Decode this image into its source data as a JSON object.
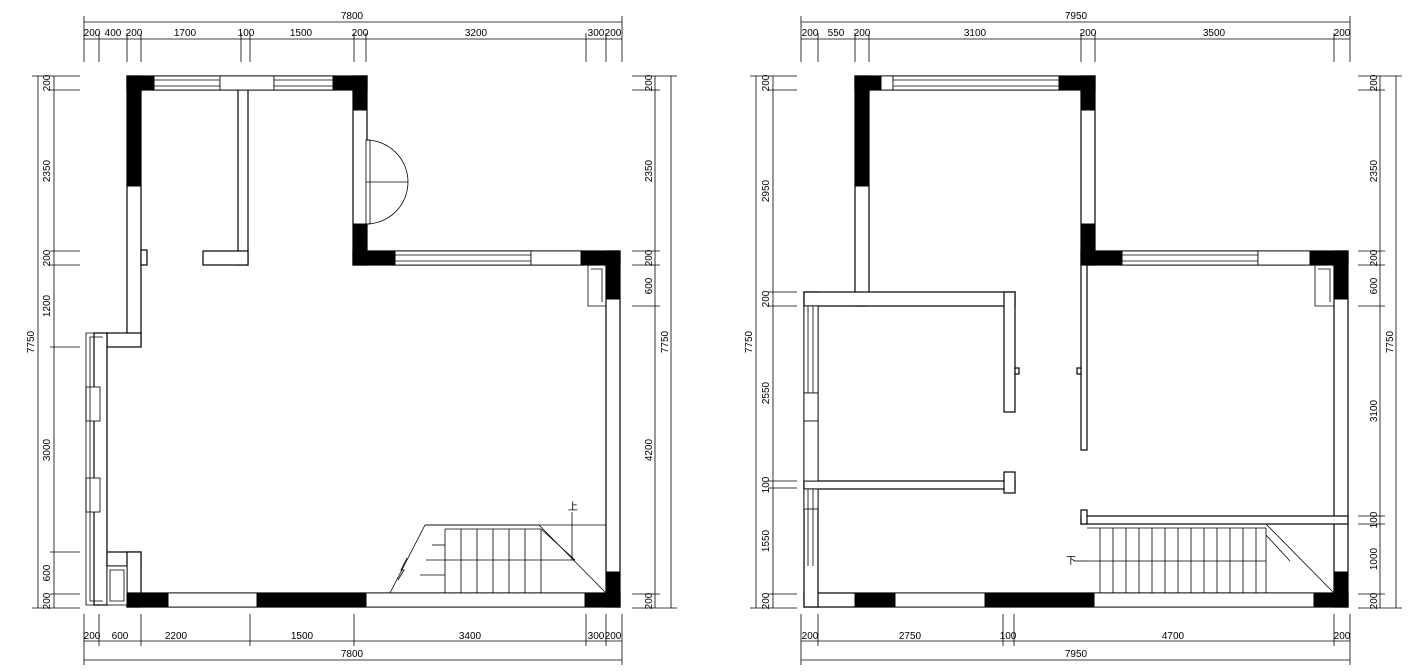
{
  "plan1": {
    "top": {
      "total": "7800",
      "segments": [
        "200",
        "400",
        "200",
        "1700",
        "100",
        "1500",
        "200",
        "3200",
        "300",
        "200"
      ]
    },
    "bottom": {
      "total": "7800",
      "segments": [
        "200",
        "600",
        "2200",
        "1500",
        "3400",
        "300",
        "200"
      ]
    },
    "left": {
      "total": "7750",
      "segments": [
        "200",
        "2350",
        "200",
        "1200",
        "3000",
        "600",
        "200"
      ]
    },
    "right": {
      "total": "7750",
      "segments": [
        "200",
        "2350",
        "200",
        "600",
        "4200",
        "200"
      ]
    },
    "stair_label": "上"
  },
  "plan2": {
    "top": {
      "total": "7950",
      "segments": [
        "200",
        "550",
        "200",
        "3100",
        "200",
        "3500",
        "200"
      ]
    },
    "bottom": {
      "total": "7950",
      "segments": [
        "200",
        "2750",
        "100",
        "4700",
        "200"
      ]
    },
    "left": {
      "total": "7750",
      "segments": [
        "200",
        "2950",
        "200",
        "2550",
        "100",
        "1550",
        "200"
      ]
    },
    "right": {
      "total": "7750",
      "segments": [
        "200",
        "2350",
        "200",
        "600",
        "3100",
        "100",
        "1000",
        "200"
      ]
    },
    "stair_label": "下"
  }
}
